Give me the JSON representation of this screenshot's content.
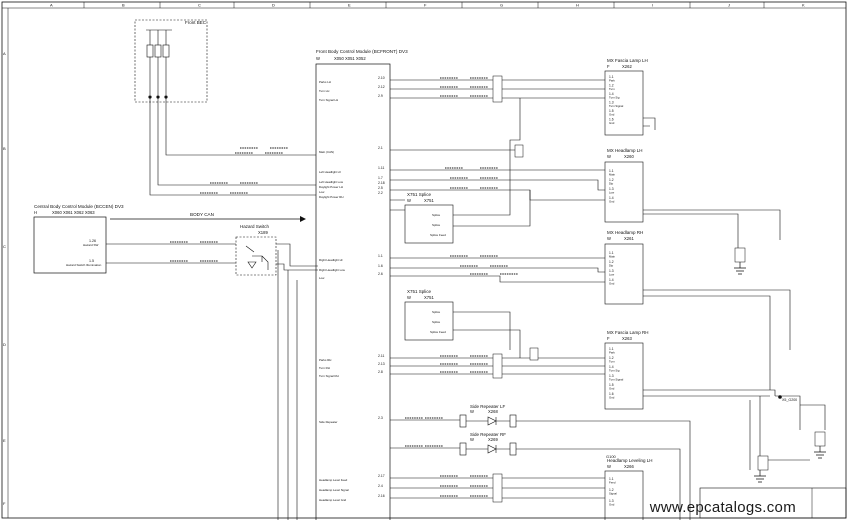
{
  "grid": {
    "cols": [
      "A",
      "B",
      "C",
      "D",
      "E",
      "F",
      "G",
      "H",
      "I",
      "J",
      "K"
    ],
    "rows": [
      "A",
      "B",
      "C",
      "D",
      "E",
      "F"
    ]
  },
  "front_bec": "Front BEC",
  "fbcm": {
    "title": "Front Body Control Module (BCFRONT) DV3",
    "variant": "W",
    "connectors": "X050   X051   X052",
    "pins": [
      {
        "num": "2.10",
        "label": "Parks LH"
      },
      {
        "num": "2.12",
        "label": "Turn LH"
      },
      {
        "num": "2.9",
        "label": "Turn Signal LH"
      },
      {
        "num": "2.1",
        "label": "Main (CAN)"
      },
      {
        "num": "2.18",
        "label": "Daylight Power LH"
      },
      {
        "num": "2.2",
        "label": "Daylight Power RH"
      },
      {
        "num": "1.11",
        "label": "Left Headlight HI"
      },
      {
        "num": "1.7",
        "label": "Left Headlight Low"
      },
      {
        "num": "2.5",
        "label": "Low"
      },
      {
        "num": "1.1",
        "label": "Right Headlight HI"
      },
      {
        "num": "1.6",
        "label": "Right Headlight Low"
      },
      {
        "num": "2.6",
        "label": "Low"
      },
      {
        "num": "2.11",
        "label": "Parks RH"
      },
      {
        "num": "2.13",
        "label": "Turn RH"
      },
      {
        "num": "2.8",
        "label": "Turn Signal RH"
      },
      {
        "num": "2.3",
        "label": "Side Repeater"
      },
      {
        "num": "2.17",
        "label": "Headlamp Level Feed"
      },
      {
        "num": "2.4",
        "label": "Headlamp Level Signal"
      },
      {
        "num": "2.16",
        "label": "Headlamp Level Gnd"
      }
    ]
  },
  "bccm": {
    "title": "Central Body Control Module (BCCEN) DV3",
    "variant": "H",
    "connectors": "X060   X061   X062   X063",
    "pins": [
      {
        "num": "1.26",
        "label": "Hazard SW"
      },
      {
        "num": "1.5",
        "label": "Hazard Switch Illumination"
      }
    ]
  },
  "body_can": "BODY CAN",
  "hazard_switch": {
    "title": "Hazard Switch",
    "conn": "X189"
  },
  "splice_top": {
    "title": "X751 Splice",
    "variant": "W",
    "conn": "X751",
    "labels": [
      "Splice",
      "Splice",
      "Splice Feed"
    ]
  },
  "splice_bottom": {
    "title": "X751 Splice",
    "variant": "W",
    "conn": "X751",
    "labels": [
      "Splice",
      "Splice",
      "Splice Feed"
    ]
  },
  "lamps": [
    {
      "key": "fl_lh",
      "title": "MX Fascia Lamp LH",
      "variant": "F",
      "conn": "X262",
      "pins": [
        "1.1",
        "1.2",
        "1.4",
        "1.3",
        "1.5",
        "1.6"
      ],
      "labels": [
        "Park",
        "Turn",
        "Turn Sig",
        "Turn Signal",
        "Gnd",
        "Gnd"
      ]
    },
    {
      "key": "hl_lh",
      "title": "MX Headlamp LH",
      "variant": "W",
      "conn": "X260",
      "pins": [
        "1.1",
        "1.2",
        "1.3",
        "1.4"
      ],
      "labels": [
        "Main",
        "Dip",
        "Low",
        "Gnd"
      ]
    },
    {
      "key": "hl_rh",
      "title": "MX Headlamp RH",
      "variant": "W",
      "conn": "X261",
      "pins": [
        "1.1",
        "1.2",
        "1.3",
        "1.4"
      ],
      "labels": [
        "Main",
        "Dip",
        "Low",
        "Gnd"
      ]
    },
    {
      "key": "fl_rh",
      "title": "MX Fascia Lamp RH",
      "variant": "F",
      "conn": "X263",
      "pins": [
        "1.1",
        "1.2",
        "1.4",
        "1.3",
        "1.5",
        "1.6"
      ],
      "labels": [
        "Park",
        "Turn",
        "Turn Sig",
        "Turn Signal",
        "Gnd",
        "Gnd"
      ]
    },
    {
      "key": "lvl",
      "title": "Headlamp Leveling LH",
      "variant": "W",
      "conn": "X266",
      "pins": [
        "1.1",
        "1.2",
        "1.3"
      ],
      "labels": [
        "Feed",
        "Signal",
        "Gnd"
      ]
    }
  ],
  "side_repeaters": [
    {
      "title": "Side Repeater LF",
      "variant": "W",
      "conn": "X268"
    },
    {
      "title": "Side Repeater RF",
      "variant": "W",
      "conn": "X269"
    }
  ],
  "ground": "G100",
  "right_splice": "X5_G200",
  "watermark": "www.epcatalogs.com"
}
